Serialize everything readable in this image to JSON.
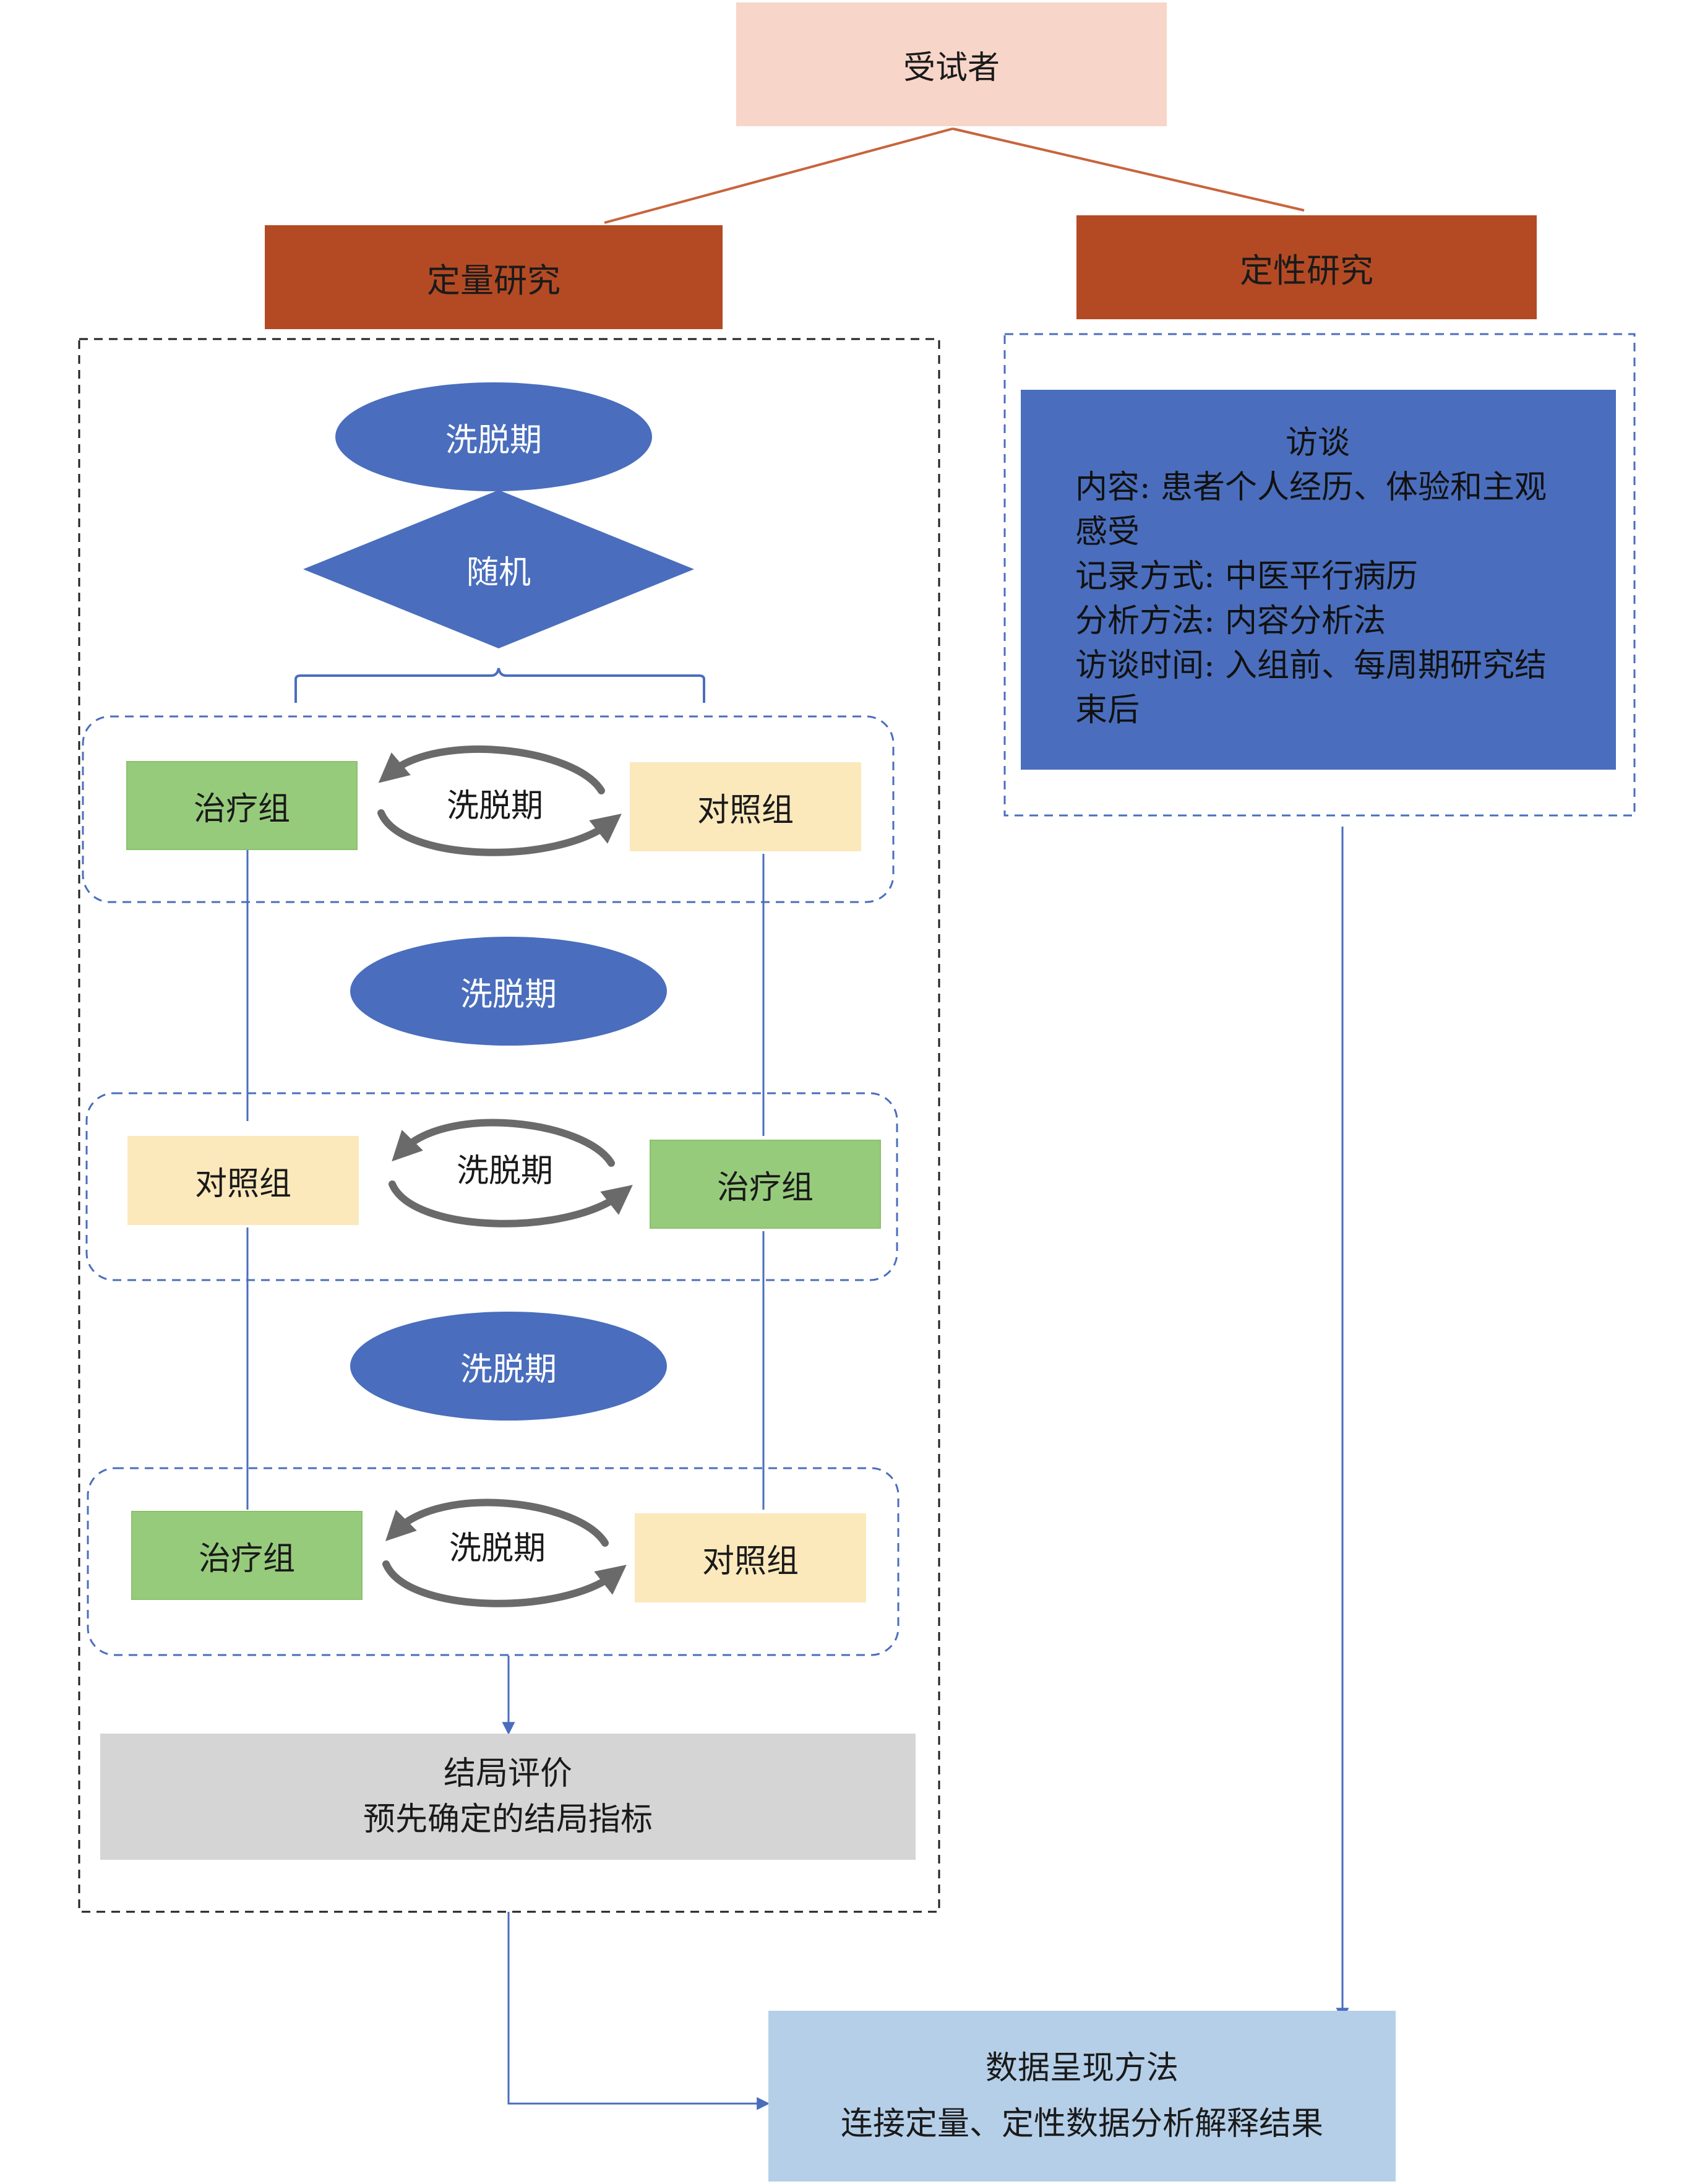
{
  "subject": "受试者",
  "quantitative": "定量研究",
  "qualitative": "定性研究",
  "washout": "洗脱期",
  "randomization": "随机",
  "treatment_group": "治疗组",
  "control_group": "对照组",
  "outcome": {
    "title": "结局评价",
    "detail": "预先确定的结局指标"
  },
  "interview": {
    "title": "访谈",
    "lines": [
      "内容: 患者个人经历、体验和主观",
      "感受",
      "记录方式: 中医平行病历",
      "分析方法: 内容分析法",
      "访谈时间: 入组前、每周期研究结",
      "束后"
    ]
  },
  "final": {
    "title": "数据呈现方法",
    "detail": "连接定量、定性数据分析解释结果"
  },
  "colors": {
    "subject_bg": "#f7d5c8",
    "method_bg": "#b34a24",
    "blue": "#4a6ebd",
    "treatment_bg": "#97cb7c",
    "control_bg": "#fbe9bc",
    "outcome_bg": "#d5d5d5",
    "final_bg": "#b5cfe8"
  }
}
